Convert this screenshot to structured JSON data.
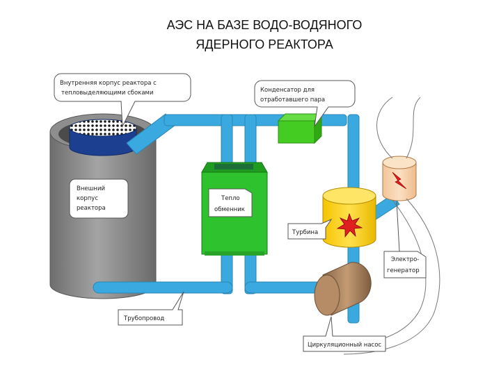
{
  "title": {
    "line1": "АЭС НА БАЗЕ ВОДО-ВОДЯНОГО",
    "line2": "ЯДЕРНОГО РЕАКТОРА"
  },
  "labels": {
    "inner_vessel_1": "Внутренняя корпус реактора с",
    "inner_vessel_2": "тепловыделяющими сбоками",
    "condenser_1": "Конденсатор для",
    "condenser_2": "отработавшего пара",
    "outer_vessel_1": "Внешний",
    "outer_vessel_2": "корпус",
    "outer_vessel_3": "реактора",
    "heat_exchanger_1": "Тепло",
    "heat_exchanger_2": "обменник",
    "turbine": "Турбина",
    "generator_1": "Электро-",
    "generator_2": "генератор",
    "pipeline": "Трубопровод",
    "pump": "Циркуляционный насос"
  },
  "colors": {
    "pipe": "#39a9e0",
    "reactor": "#8c8c8c",
    "heat_exchanger": "#2ec22e",
    "condenser": "#44cc22",
    "turbine": "#ffd21a",
    "generator": "#f6cfa6",
    "pump": "#a5805e"
  },
  "icons": {
    "turbine_mark": "starburst-icon",
    "generator_mark": "lightning-icon"
  }
}
